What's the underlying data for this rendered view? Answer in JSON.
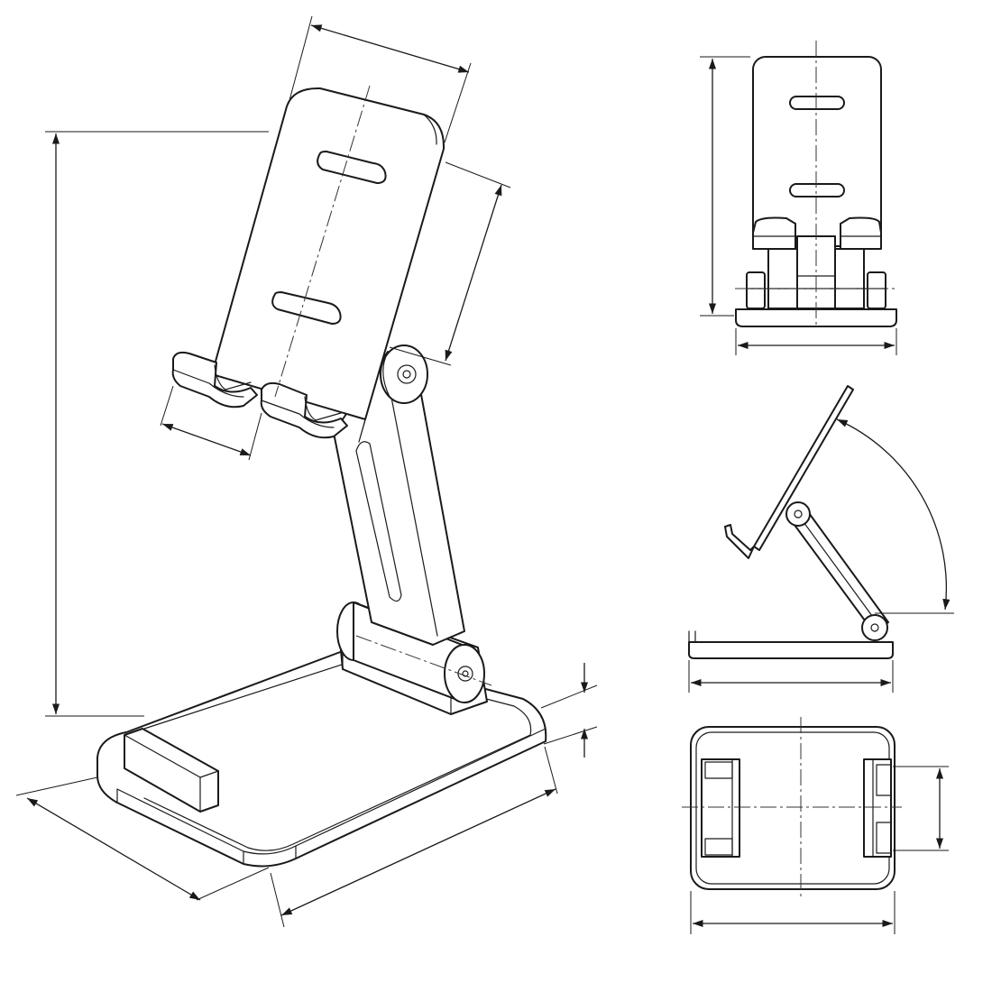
{
  "drawing": {
    "line_color": "#1a1a1a",
    "background": "#ffffff",
    "views": [
      "isometric",
      "front",
      "side",
      "top"
    ]
  }
}
